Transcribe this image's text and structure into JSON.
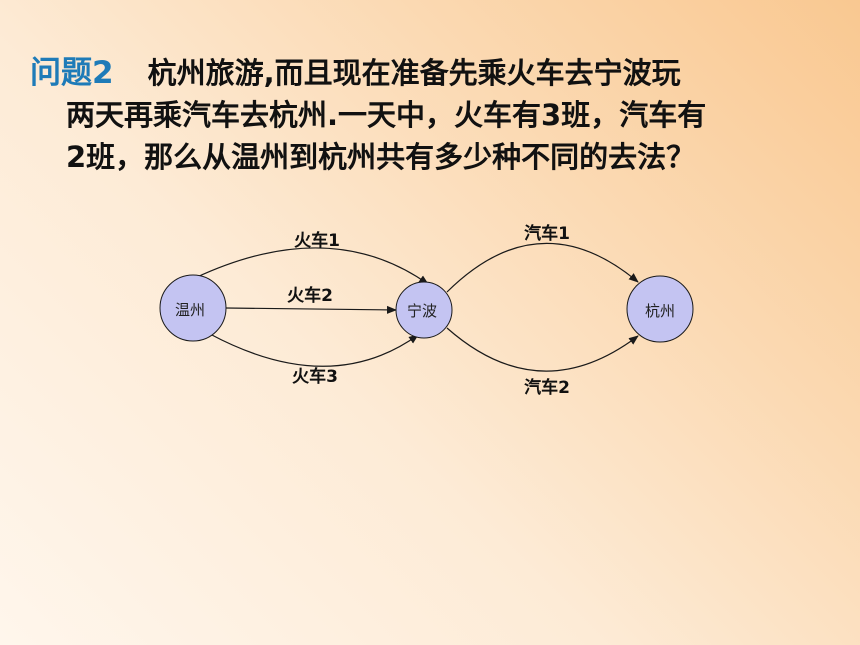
{
  "problem": {
    "title": "问题2",
    "lines": [
      "杭州旅游,而且现在准备先乘火车去宁波玩",
      "两天再乘汽车去杭州.一天中，火车有3班，汽车有",
      "2班，那么从温州到杭州共有多少种不同的去法？"
    ]
  },
  "diagram": {
    "nodes": [
      {
        "id": "wenzhou",
        "label": "温州"
      },
      {
        "id": "ningbo",
        "label": "宁波"
      },
      {
        "id": "hangzhou",
        "label": "杭州"
      }
    ],
    "edges": [
      {
        "from": "wenzhou",
        "to": "ningbo",
        "label": "火车1"
      },
      {
        "from": "wenzhou",
        "to": "ningbo",
        "label": "火车2"
      },
      {
        "from": "wenzhou",
        "to": "ningbo",
        "label": "火车3"
      },
      {
        "from": "ningbo",
        "to": "hangzhou",
        "label": "汽车1"
      },
      {
        "from": "ningbo",
        "to": "hangzhou",
        "label": "汽车2"
      }
    ],
    "colors": {
      "node_fill": "#c4c4f2",
      "stroke": "#1a1a1a"
    }
  }
}
